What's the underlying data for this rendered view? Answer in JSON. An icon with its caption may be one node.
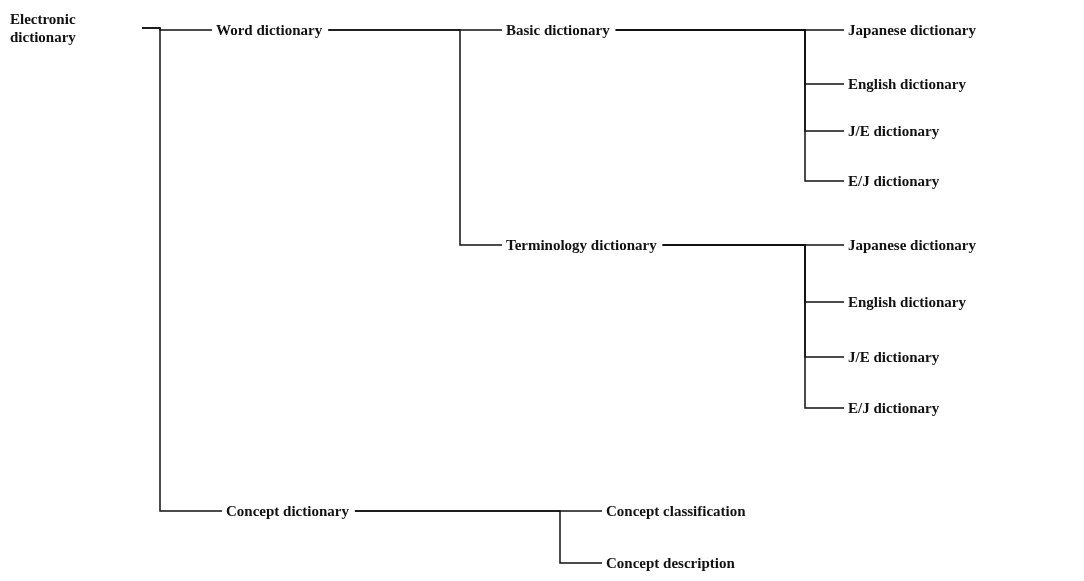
{
  "diagram": {
    "nodes": [
      {
        "text": [
          "Electronic dictionary"
        ]
      },
      {
        "text": [
          "Word dictionary"
        ]
      },
      {
        "text": [
          "Basic dictionary"
        ]
      },
      {
        "text": [
          "Japanese dictionary"
        ]
      },
      {
        "text": [
          "English dictionary"
        ]
      },
      {
        "text": [
          "J/E dictionary"
        ]
      },
      {
        "text": [
          "E/J dictionary"
        ]
      },
      {
        "text": [
          "Terminology dictionary"
        ]
      },
      {
        "text": [
          "Japanese dictionary"
        ]
      },
      {
        "text": [
          "English dictionary"
        ]
      },
      {
        "text": [
          "J/E dictionary"
        ]
      },
      {
        "text": [
          "E/J dictionary"
        ]
      },
      {
        "text": [
          "Concept dictionary"
        ]
      },
      {
        "text": [
          "Concept classification"
        ]
      },
      {
        "text": [
          "Concept description"
        ]
      }
    ],
    "edges": [
      {
        "from": 0,
        "to": 1,
        "arrow": "none"
      },
      {
        "from": 0,
        "to": 12,
        "arrow": "none"
      },
      {
        "from": 1,
        "to": 2,
        "arrow": "none"
      },
      {
        "from": 1,
        "to": 7,
        "arrow": "none"
      },
      {
        "from": 2,
        "to": 3,
        "arrow": "none"
      },
      {
        "from": 2,
        "to": 4,
        "arrow": "none"
      },
      {
        "from": 2,
        "to": 5,
        "arrow": "none"
      },
      {
        "from": 2,
        "to": 6,
        "arrow": "none"
      },
      {
        "from": 7,
        "to": 8,
        "arrow": "none"
      },
      {
        "from": 7,
        "to": 9,
        "arrow": "none"
      },
      {
        "from": 7,
        "to": 10,
        "arrow": "none"
      },
      {
        "from": 7,
        "to": 11,
        "arrow": "none"
      },
      {
        "from": 12,
        "to": 13,
        "arrow": "none"
      },
      {
        "from": 12,
        "to": 14,
        "arrow": "none"
      }
    ]
  }
}
